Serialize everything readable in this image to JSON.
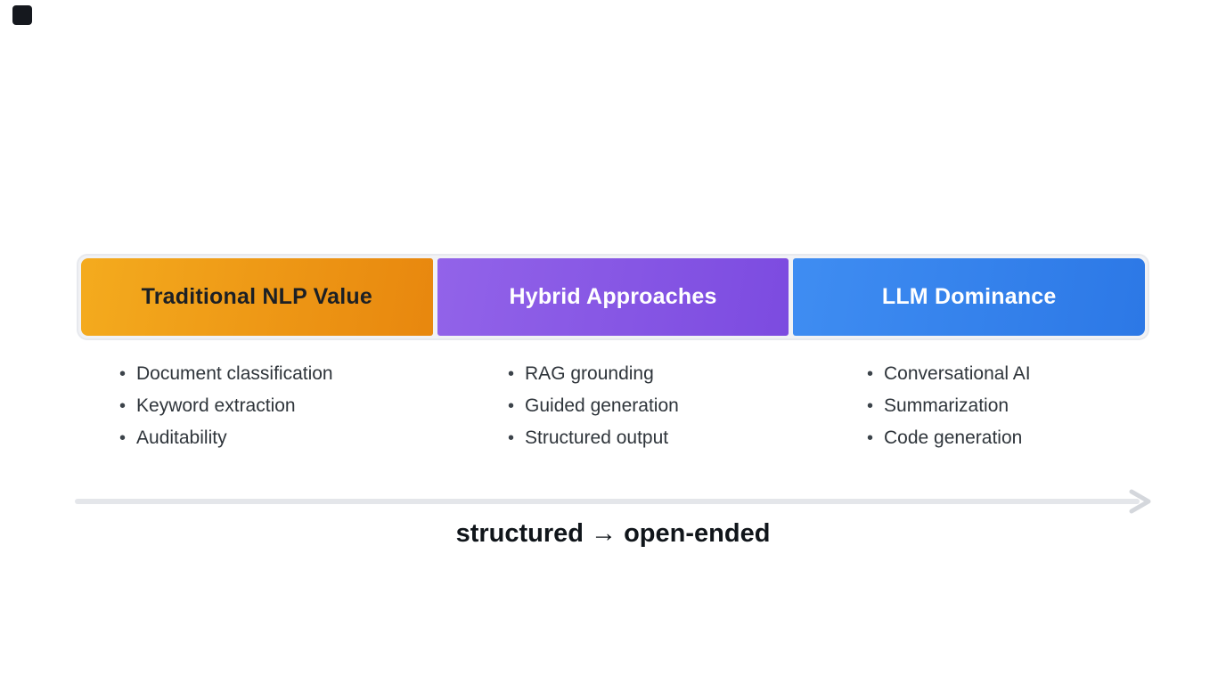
{
  "page": {
    "background": "#ffffff"
  },
  "columns": [
    {
      "title": "Traditional NLP Value",
      "header_gradient_start": "#f4ab1e",
      "header_gradient_end": "#e8870e",
      "title_color": "#1c2025",
      "items": [
        "Document classification",
        "Keyword extraction",
        "Auditability"
      ]
    },
    {
      "title": "Hybrid Approaches",
      "header_gradient_start": "#9263e9",
      "header_gradient_end": "#7c4be0",
      "title_color": "#ffffff",
      "items": [
        "RAG grounding",
        "Guided generation",
        "Structured output"
      ]
    },
    {
      "title": "LLM Dominance",
      "header_gradient_start": "#3f8df2",
      "header_gradient_end": "#2c78e6",
      "title_color": "#ffffff",
      "items": [
        "Conversational AI",
        "Summarization",
        "Code generation"
      ]
    }
  ],
  "axis": {
    "caption": "structured → open-ended",
    "arrow_color": "#e4e6ea",
    "arrowhead_color": "#d4d7dc"
  },
  "bullet_glyph": "•"
}
